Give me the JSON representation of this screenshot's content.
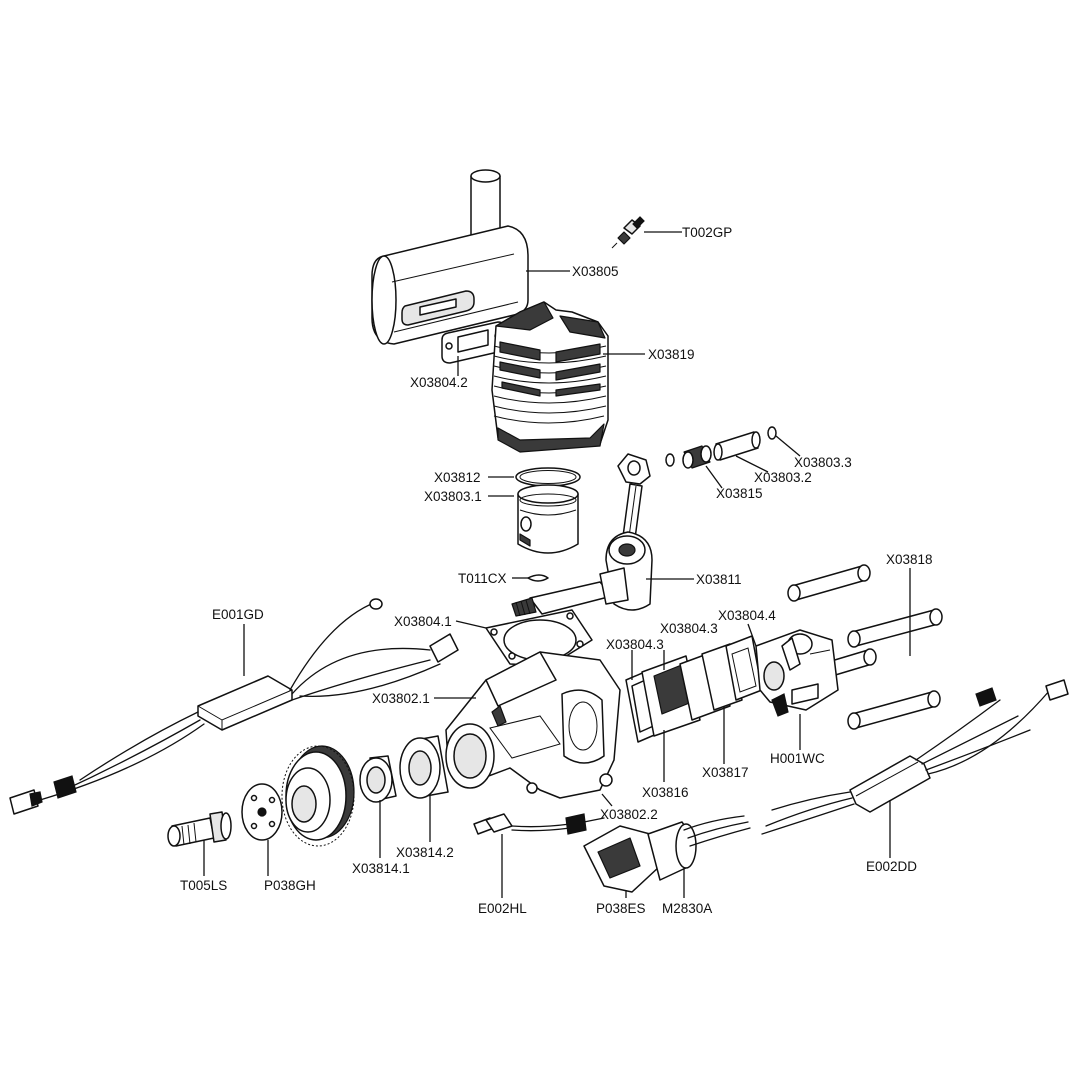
{
  "parts": {
    "T002GP": "T002GP",
    "X03805": "X03805",
    "X03819": "X03819",
    "X03804_2": "X03804.2",
    "X03812": "X03812",
    "X03803_1": "X03803.1",
    "X03803_3": "X03803.3",
    "X03803_2": "X03803.2",
    "X03815": "X03815",
    "T011CX": "T011CX",
    "X03811": "X03811",
    "X03818": "X03818",
    "E001GD": "E001GD",
    "X03804_1": "X03804.1",
    "X03804_3a": "X03804.3",
    "X03804_3b": "X03804.3",
    "X03804_4": "X03804.4",
    "X03802_1": "X03802.1",
    "X03816": "X03816",
    "X03817": "X03817",
    "H001WC": "H001WC",
    "X03802_2": "X03802.2",
    "E002DD": "E002DD",
    "T005LS": "T005LS",
    "P038GH": "P038GH",
    "X03814_1": "X03814.1",
    "X03814_2": "X03814.2",
    "E002HL": "E002HL",
    "P038ES": "P038ES",
    "M2830A": "M2830A"
  },
  "icons": {
    "component_style": "line-art",
    "accent": "#111111"
  }
}
